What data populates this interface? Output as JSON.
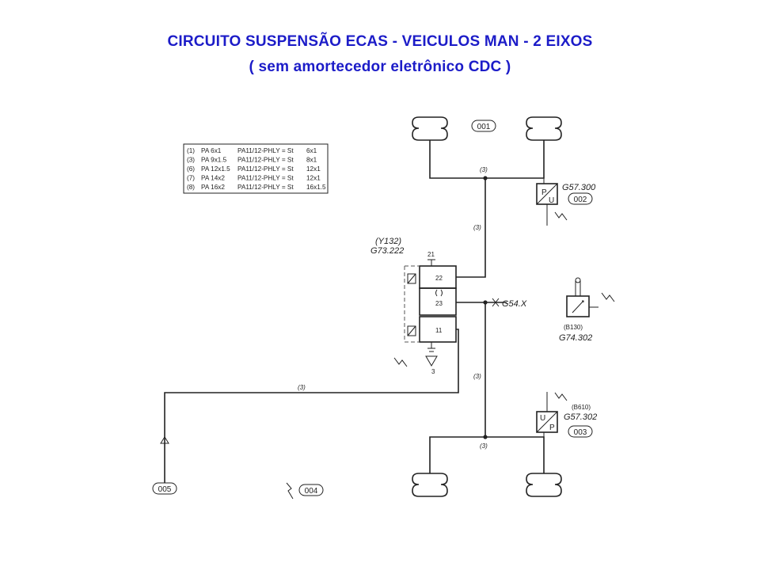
{
  "title": {
    "line1": "CIRCUITO SUSPENSÃO ECAS  - VEICULOS MAN - 2 EIXOS",
    "line2": "( sem amortecedor eletrônico CDC )"
  },
  "legend_table": {
    "rows": [
      {
        "id": "(1)",
        "spec": "PA  6x1",
        "pipe": "PA11/12-PHLY = St",
        "st": "6x1"
      },
      {
        "id": "(3)",
        "spec": "PA  9x1.5",
        "pipe": "PA11/12-PHLY = St",
        "st": "8x1"
      },
      {
        "id": "(6)",
        "spec": "PA 12x1.5",
        "pipe": "PA11/12-PHLY = St",
        "st": "12x1"
      },
      {
        "id": "(7)",
        "spec": "PA 14x2",
        "pipe": "PA11/12-PHLY = St",
        "st": "12x1"
      },
      {
        "id": "(8)",
        "spec": "PA 16x2",
        "pipe": "PA11/12-PHLY = St",
        "st": "16x1.5"
      }
    ]
  },
  "components": {
    "tag_001": "001",
    "tag_002": "002",
    "tag_003": "003",
    "tag_004": "004",
    "tag_005": "005",
    "sensor_top": {
      "code": "G57.300",
      "p": "P",
      "u": "U"
    },
    "sensor_bottom": {
      "ref": "(B610)",
      "code": "G57.302",
      "u": "U",
      "p": "P"
    },
    "valve": {
      "ref": "(Y132)",
      "code": "G73.222",
      "port21": "21",
      "port22": "22",
      "port23": "23",
      "port11": "11",
      "port3": "3"
    },
    "test_point": "G54.X",
    "height_sensor": {
      "ref": "(B130)",
      "code": "G74.302"
    }
  },
  "pipe_labels": {
    "p1": "(3)",
    "p2": "(3)",
    "p3": "(3)",
    "p4": "(3)",
    "p5": "(3)"
  }
}
